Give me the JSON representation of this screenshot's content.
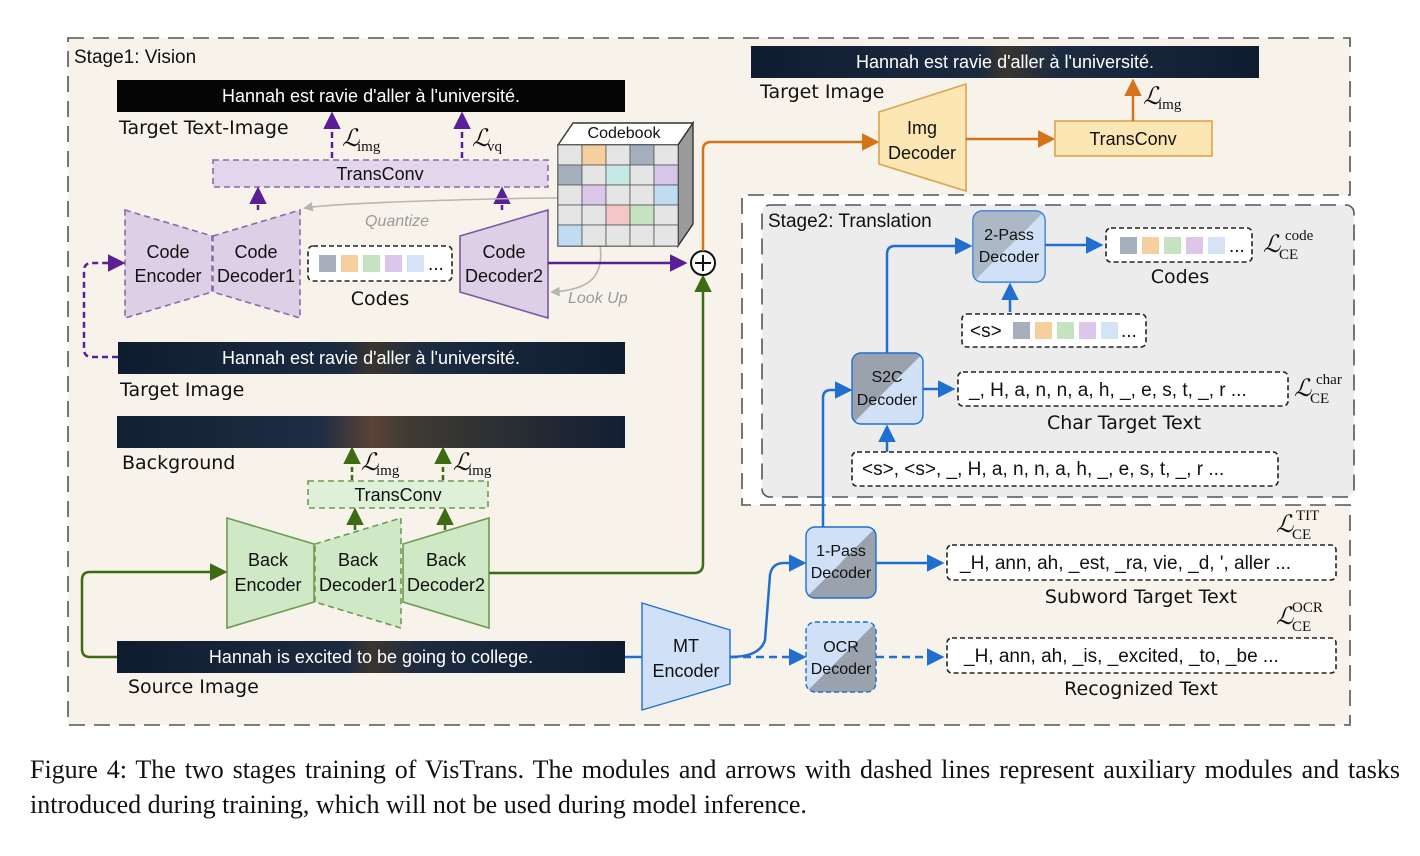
{
  "stage1": {
    "title": "Stage1: Vision",
    "target_text_image_banner": "Hannah est ravie d'aller à l'université.",
    "target_text_image_label": "Target Text-Image",
    "loss_img": "img",
    "loss_vq": "vq",
    "transconv_top": "TransConv",
    "codebook": "Codebook",
    "quantize": "Quantize",
    "look_up": "Look Up",
    "code_encoder": [
      "Code",
      "Encoder"
    ],
    "code_decoder1": [
      "Code",
      "Decoder1"
    ],
    "code_decoder2": [
      "Code",
      "Decoder2"
    ],
    "codes_label": "Codes",
    "codes_ellipsis": "...",
    "target_image_banner": "Hannah est ravie d'aller à l'université.",
    "target_image_label": "Target Image",
    "background_label": "Background",
    "transconv_bottom": "TransConv",
    "back_encoder": [
      "Back",
      "Encoder"
    ],
    "back_decoder1": [
      "Back",
      "Decoder1"
    ],
    "back_decoder2": [
      "Back",
      "Decoder2"
    ],
    "source_image_banner": "Hannah is excited to be going to college.",
    "source_image_label": "Source Image"
  },
  "top_right": {
    "banner": "Hannah est ravie d'aller à l'université.",
    "label": "Target Image",
    "img_decoder": [
      "Img",
      "Decoder"
    ],
    "transconv": "TransConv",
    "loss_img": "img"
  },
  "stage2": {
    "title": "Stage2: Translation",
    "two_pass": [
      "2-Pass",
      "Decoder"
    ],
    "codes_seq": "...",
    "codes_label": "Codes",
    "codes_input": "<s>",
    "codes_input_ellipsis": "...",
    "loss_code": "code",
    "s2c": [
      "S2C",
      "Decoder"
    ],
    "char_target_seq": "_, H, a, n, n, a, h, _, e, s, t, _, r ...",
    "char_target_label": "Char Target Text",
    "loss_char": "char",
    "char_input_seq": "<s>, <s>, _, H, a, n, n, a, h, _, e, s, t, _, r ..."
  },
  "bottom": {
    "mt_encoder": [
      "MT",
      "Encoder"
    ],
    "one_pass": [
      "1-Pass",
      "Decoder"
    ],
    "subword_seq": "_H, ann, ah, _est, _ra, vie, _d, ', aller ...",
    "subword_label": "Subword Target Text",
    "loss_tit": "TIT",
    "ocr": [
      "OCR",
      "Decoder"
    ],
    "recognized_seq": "_H, ann, ah, _is, _excited, _to, _be ...",
    "recognized_label": "Recognized Text",
    "loss_ocr": "OCR",
    "loss_ce": "CE"
  },
  "caption": "Figure 4: The two stages training of VisTrans. The modules and arrows with dashed lines represent auxiliary modules and tasks introduced during training, which will not be used during model inference.",
  "colors": {
    "panel_bg": "#f7f3ea",
    "stage2_bg": "#ececec",
    "purple": "#5a1e96",
    "purple_fill": "#dccfe6",
    "green": "#3d6b12",
    "green_fill": "#cfe8c6",
    "orange": "#d4731a",
    "orange_fill": "#fbe6b4",
    "blue": "#1f6fd0",
    "blue_fill": "#cfe0f7",
    "banner_dark": "#152236"
  }
}
